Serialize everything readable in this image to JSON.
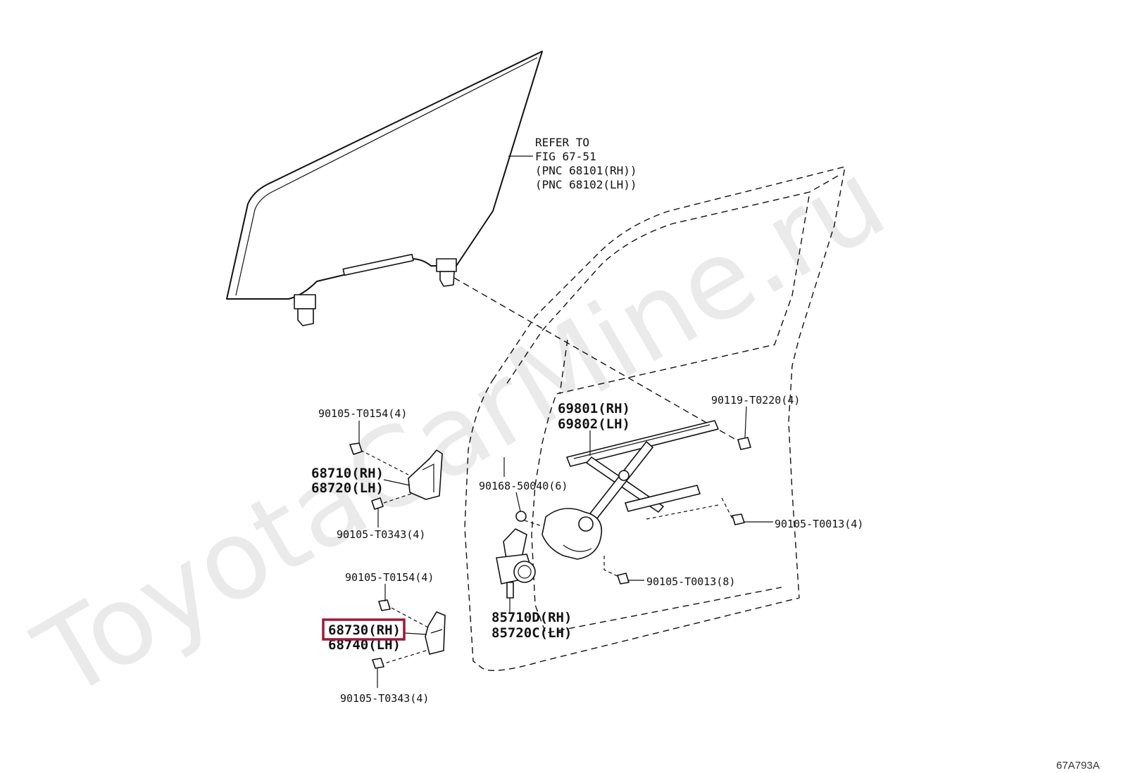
{
  "watermark": "ToyotaCarMine.ru",
  "figure_code": "67A793A",
  "reference_note": {
    "line1": "REFER TO",
    "line2": "FIG 67-51",
    "line3": "(PNC 68101(RH))",
    "line4": "(PNC 68102(LH))"
  },
  "labels": {
    "bolt_upper_hinge_top": "90105-T0154(4)",
    "hinge_upper_rh": "68710(RH)",
    "hinge_upper_lh": "68720(LH)",
    "bolt_upper_hinge_bottom": "90105-T0343(4)",
    "bolt_lower_hinge_top": "90105-T0154(4)",
    "hinge_lower_rh": "68730(RH)",
    "hinge_lower_lh": "68740(LH)",
    "bolt_lower_hinge_bottom": "90105-T0343(4)",
    "regulator_rh": "69801(RH)",
    "regulator_lh": "69802(LH)",
    "bolt_regulator_top": "90119-T0220(4)",
    "bolt_regulator_small": "90168-50040(6)",
    "bolt_regulator_right": "90105-T0013(4)",
    "bolt_motor": "90105-T0013(8)",
    "motor_rh": "85710D(RH)",
    "motor_lh": "85720C(LH)"
  },
  "highlight_color": "#9b1b3a"
}
